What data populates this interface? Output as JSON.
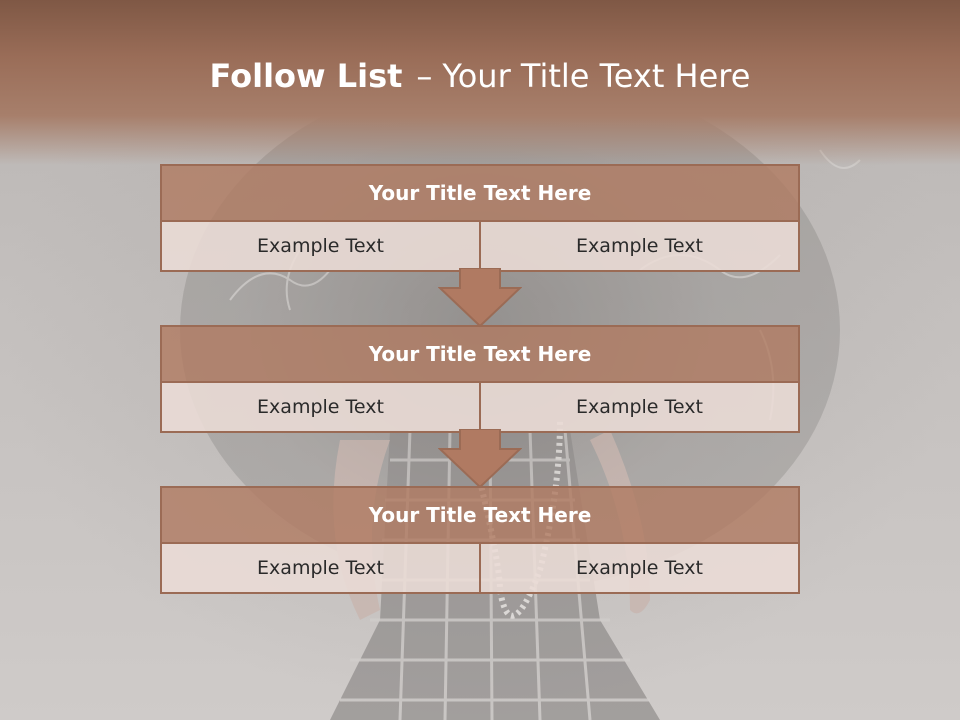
{
  "slide": {
    "title_bold": "Follow List",
    "title_separator": "–",
    "title_rest": "Your Title Text Here"
  },
  "steps": [
    {
      "header": "Your Title Text Here",
      "left": "Example Text",
      "right": "Example Text"
    },
    {
      "header": "Your Title Text Here",
      "left": "Example Text",
      "right": "Example Text"
    },
    {
      "header": "Your Title Text Here",
      "left": "Example Text",
      "right": "Example Text"
    }
  ],
  "colors": {
    "accent": "#b07a62",
    "border": "#9b6b55",
    "cell_fill": "#ebdcd6",
    "title_text": "#ffffff"
  },
  "icons": [
    "down-arrow-icon",
    "down-arrow-icon"
  ]
}
